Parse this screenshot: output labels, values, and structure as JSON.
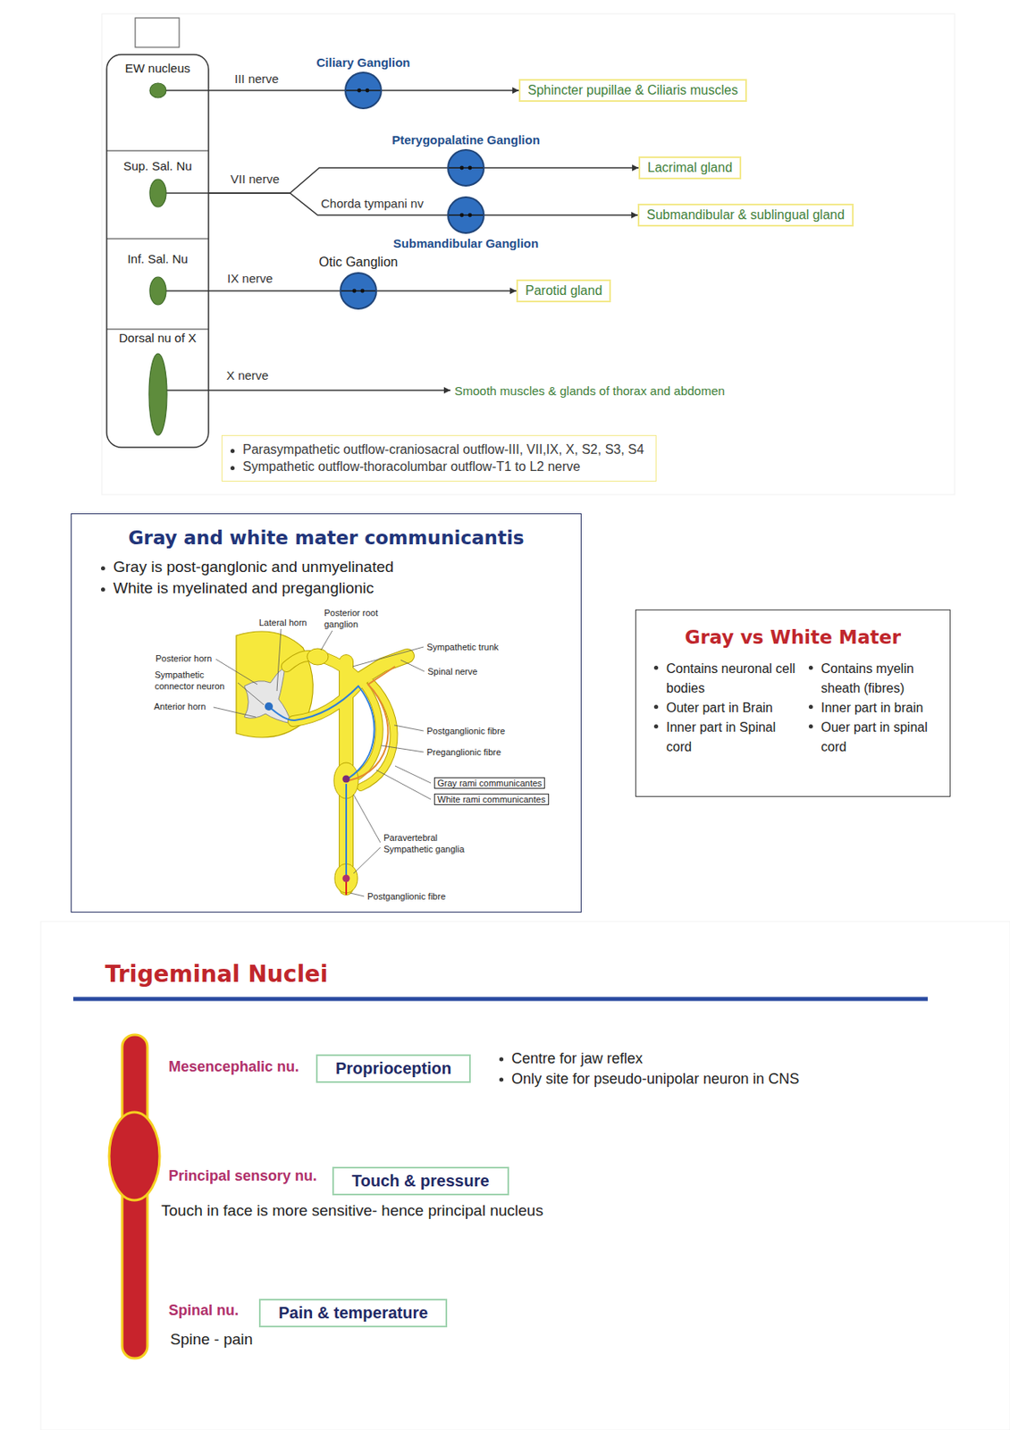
{
  "diagram": {
    "nodes": [
      {
        "text": [
          "EW nucleus"
        ]
      },
      {
        "text": [
          "Sup. Sal. Nu"
        ]
      },
      {
        "text": [
          "Inf. Sal. Nu"
        ]
      },
      {
        "text": [
          "Dorsal nu of X"
        ]
      },
      {
        "text": [
          "Ciliary Ganglion"
        ]
      },
      {
        "text": [
          "Sphincter pupillae & Ciliaris muscles"
        ]
      },
      {
        "text": [
          "Pterygopalatine Ganglion"
        ]
      },
      {
        "text": [
          "Lacrimal gland"
        ]
      },
      {
        "text": [
          "Submandibular Ganglion"
        ]
      },
      {
        "text": [
          "Submandibular & sublingual gland"
        ]
      },
      {
        "text": [
          "Otic Ganglion"
        ]
      },
      {
        "text": [
          "Parotid gland"
        ]
      },
      {
        "text": [
          "Smooth muscles & glands of thorax and abdomen"
        ]
      },
      {
        "text": [
          "Parasympathetic outflow-craniosacral outflow-III, VII,IX, X, S2, S3, S4",
          "Sympathetic outflow-thoracolumbar outflow-T1 to L2 nerve"
        ]
      },
      {
        "text": [
          "Gray and white mater communicantis",
          "Gray is post-ganglonic and unmyelinated",
          "White is myelinated and preganglionic"
        ]
      },
      {
        "text": [
          "Gray vs White Mater",
          "Contains neuronal cell bodies",
          "Outer part in Brain",
          "Inner part in Spinal cord",
          "Contains myelin sheath (fibres)",
          "Inner part in brain",
          "Ouer part in spinal cord"
        ]
      },
      {
        "text": [
          "Proprioception"
        ]
      },
      {
        "text": [
          "Touch & pressure"
        ]
      },
      {
        "text": [
          "Pain & temperature"
        ]
      }
    ],
    "edges": [
      {
        "from": 0,
        "to": 4,
        "arrow": "none",
        "label": "III nerve"
      },
      {
        "from": 4,
        "to": 5,
        "arrow": "to"
      },
      {
        "from": 1,
        "to": 6,
        "arrow": "none",
        "label": "VII nerve"
      },
      {
        "from": 1,
        "to": 8,
        "arrow": "none",
        "label": "Chorda tympani nv"
      },
      {
        "from": 6,
        "to": 7,
        "arrow": "to"
      },
      {
        "from": 8,
        "to": 9,
        "arrow": "to"
      },
      {
        "from": 2,
        "to": 10,
        "arrow": "none",
        "label": "IX nerve"
      },
      {
        "from": 10,
        "to": 11,
        "arrow": "to"
      },
      {
        "from": 3,
        "to": 12,
        "arrow": "to",
        "label": "X nerve"
      }
    ],
    "labels": [
      "Posterior horn",
      "Sympathetic connector neuron",
      "Anterior horn",
      "Lateral horn",
      "Posterior root ganglion",
      "Sympathetic trunk",
      "Spinal nerve",
      "Postganglionic fibre",
      "Preganglionic fibre",
      "Gray rami communicantes",
      "White rami communicantes",
      "Paravertebral Sympathetic ganglia",
      "Postganglionic fibre",
      "Trigeminal Nuclei",
      "Mesencephalic nu.",
      "Centre for jaw reflex",
      "Only site for pseudo-unipolar neuron in CNS",
      "Principal sensory nu.",
      "Touch in face is more sensitive- hence principal nucleus",
      "Spinal nu.",
      "Spine - pain"
    ]
  }
}
